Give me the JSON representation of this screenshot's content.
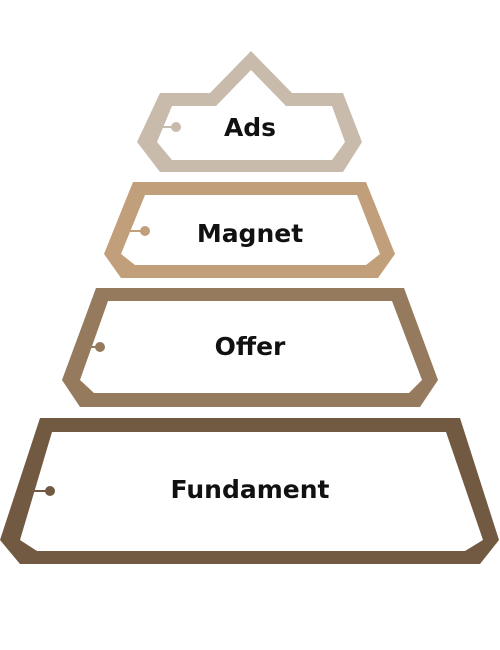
{
  "tiers": [
    {
      "label": "Ads",
      "color": "#C9BBAC"
    },
    {
      "label": "Magnet",
      "color": "#C19F7B"
    },
    {
      "label": "Offer",
      "color": "#957A5D"
    },
    {
      "label": "Fundament",
      "color": "#725A42"
    }
  ]
}
